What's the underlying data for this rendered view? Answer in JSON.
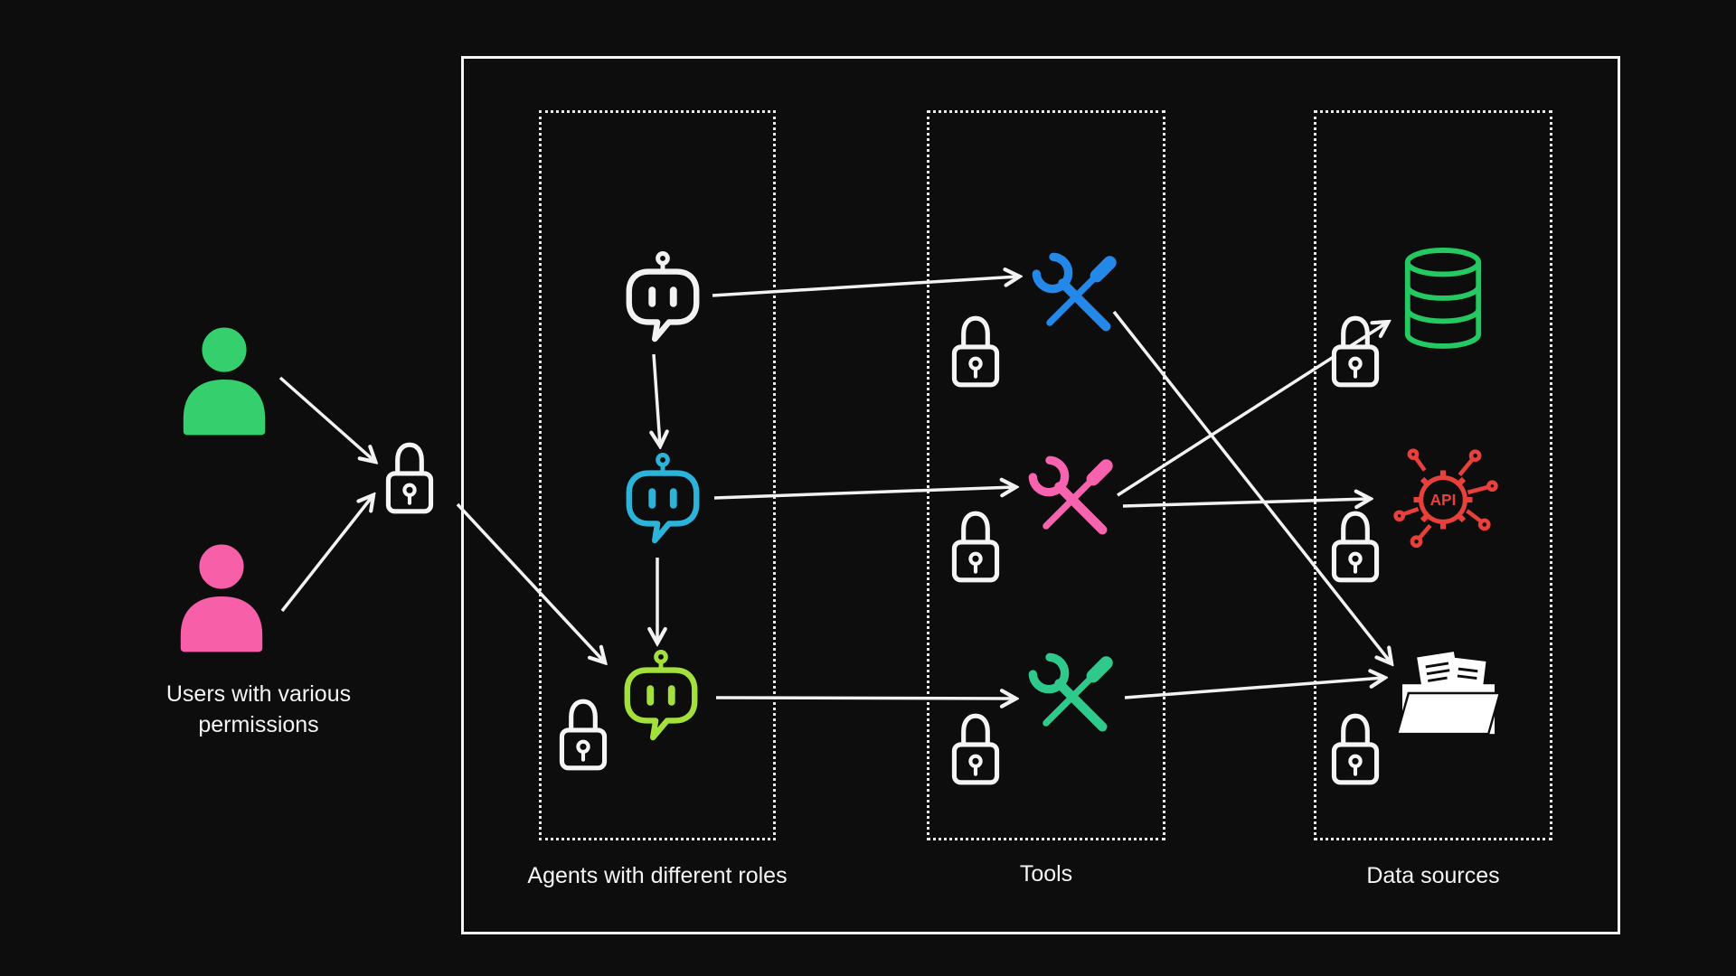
{
  "diagram": {
    "background": "#0d0d0d",
    "arrow_color": "#f2f2f2",
    "lock_icon_color": "#f5f5f5",
    "api_label": "API",
    "users": {
      "label": "Users with various permissions",
      "members": [
        {
          "name": "user-green",
          "icon": "person-silhouette",
          "color": "#35cf6d"
        },
        {
          "name": "user-pink",
          "icon": "person-silhouette",
          "color": "#f85fa9"
        }
      ],
      "gate": {
        "name": "permissions-lock",
        "icon": "padlock-outline"
      }
    },
    "columns": [
      {
        "id": "agents",
        "label": "Agents with different roles",
        "items": [
          {
            "name": "agent-white",
            "icon": "robot-chat-bubble",
            "color": "#f2f2f2",
            "lock": false
          },
          {
            "name": "agent-cyan",
            "icon": "robot-chat-bubble",
            "color": "#2cb3d9",
            "lock": false
          },
          {
            "name": "agent-lime",
            "icon": "robot-chat-bubble",
            "color": "#a4e03c",
            "lock": true
          }
        ]
      },
      {
        "id": "tools",
        "label": "Tools",
        "items": [
          {
            "name": "tool-blue",
            "icon": "wrench-screwdriver",
            "color": "#2488e8",
            "lock": true
          },
          {
            "name": "tool-pink",
            "icon": "wrench-screwdriver",
            "color": "#f863b0",
            "lock": true
          },
          {
            "name": "tool-green",
            "icon": "wrench-screwdriver",
            "color": "#2fc98c",
            "lock": true
          }
        ]
      },
      {
        "id": "data_sources",
        "label": "Data sources",
        "items": [
          {
            "name": "database",
            "icon": "database-cylinder",
            "color": "#25c962",
            "lock": true
          },
          {
            "name": "api",
            "icon": "api-gear-circuit",
            "color": "#e8403a",
            "lock": true,
            "text": "API"
          },
          {
            "name": "documents",
            "icon": "folder-with-documents",
            "color": "#ffffff",
            "lock": true
          }
        ]
      }
    ],
    "connections": [
      {
        "from": "user-green",
        "to": "permissions-lock"
      },
      {
        "from": "user-pink",
        "to": "permissions-lock"
      },
      {
        "from": "permissions-lock",
        "to": "agent-lime"
      },
      {
        "from": "agent-white",
        "to": "tool-blue"
      },
      {
        "from": "agent-white",
        "to": "agent-cyan"
      },
      {
        "from": "agent-cyan",
        "to": "tool-pink"
      },
      {
        "from": "agent-cyan",
        "to": "agent-lime"
      },
      {
        "from": "agent-lime",
        "to": "tool-green"
      },
      {
        "from": "tool-blue",
        "to": "documents"
      },
      {
        "from": "tool-pink",
        "to": "database"
      },
      {
        "from": "tool-pink",
        "to": "api"
      },
      {
        "from": "tool-green",
        "to": "documents"
      }
    ]
  }
}
